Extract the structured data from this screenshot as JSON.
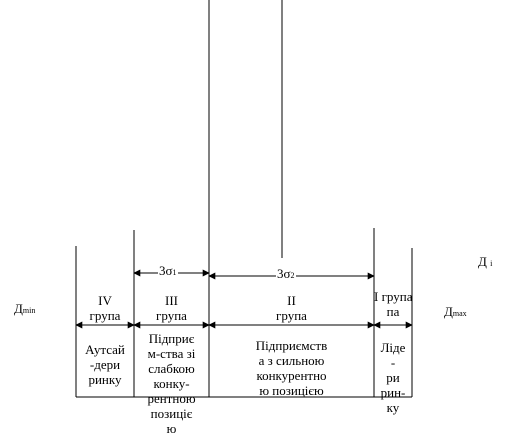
{
  "colors": {
    "line": "#000000",
    "background": "#ffffff"
  },
  "axis": {
    "dmin": {
      "base": "Д",
      "sub": "min"
    },
    "dmax": {
      "base": "Д",
      "sub": "max"
    },
    "di": {
      "base": "Д",
      "sub": "i"
    }
  },
  "intervals": {
    "sigma1": {
      "coef": "3",
      "sym": "σ",
      "sub": "1"
    },
    "sigma2": {
      "coef": "3",
      "sym": "σ",
      "sub": "2"
    }
  },
  "groups": {
    "g4": {
      "title": "IV\nгрупа",
      "desc": "Аутсай\n-дери\nринку"
    },
    "g3": {
      "title": "III\nгрупа",
      "desc": "Підприє\nм-ства зі\nслабкою\nконку-\nрентною\nпозиціє\nю"
    },
    "g2": {
      "title": "II\nгрупа",
      "desc": "Підприємств\nа з сильною\nконкурентно\nю позицією"
    },
    "g1": {
      "title": "I група\nпа",
      "desc": "Ліде\n-\nри\nрин-\nку"
    }
  }
}
